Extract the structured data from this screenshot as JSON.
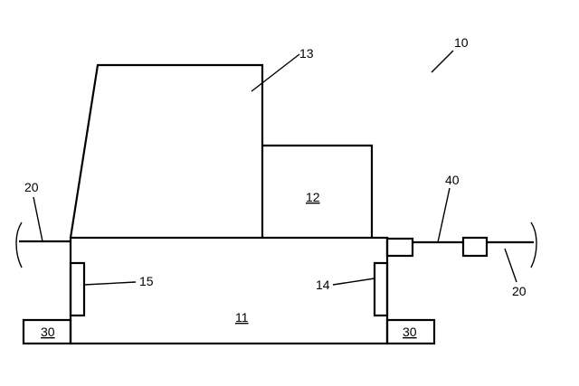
{
  "labels": {
    "ref_10": "10",
    "ref_13": "13",
    "ref_12": "12",
    "ref_20_left": "20",
    "ref_20_right": "20",
    "ref_40": "40",
    "ref_15": "15",
    "ref_14": "14",
    "ref_11": "11",
    "ref_30_left": "30",
    "ref_30_right": "30"
  }
}
